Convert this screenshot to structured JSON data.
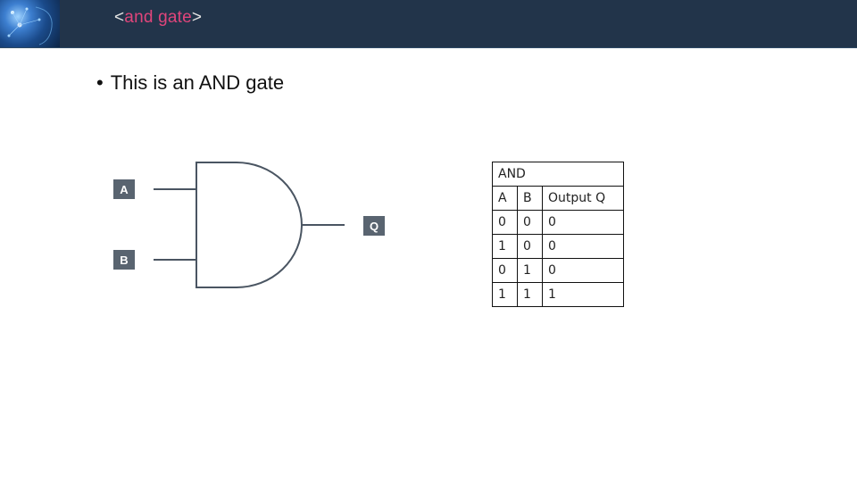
{
  "header": {
    "title_open": "<",
    "title_keyword": "and gate",
    "title_close": ">",
    "logo_icon": "ai-brain-logo"
  },
  "body": {
    "bullet": "•",
    "text": "This is an AND gate"
  },
  "gate": {
    "input_a": "A",
    "input_b": "B",
    "output": "Q"
  },
  "truth_table": {
    "title": "AND",
    "headers": [
      "A",
      "B",
      "Output Q"
    ],
    "rows": [
      [
        "0",
        "0",
        "0"
      ],
      [
        "1",
        "0",
        "0"
      ],
      [
        "0",
        "1",
        "0"
      ],
      [
        "1",
        "1",
        "1"
      ]
    ]
  },
  "colors": {
    "header_bg": "#22344a",
    "accent": "#e0457b",
    "pin_label_bg": "#596470"
  }
}
